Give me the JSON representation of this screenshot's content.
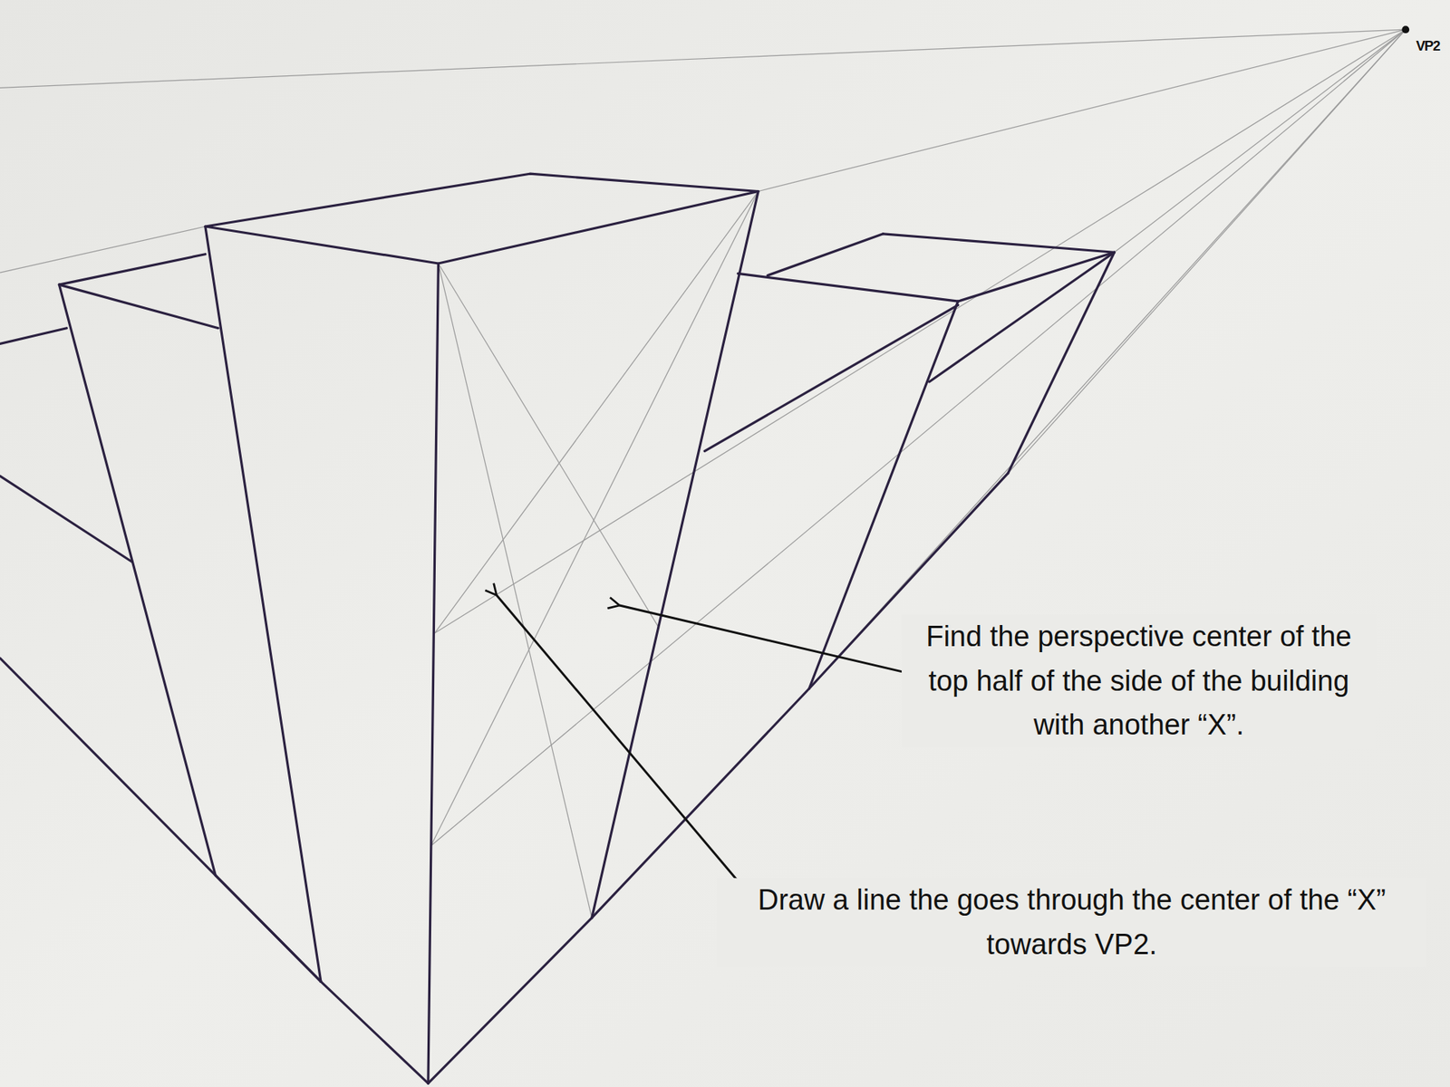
{
  "diagram": {
    "labels": [
      "VP2",
      "Find the perspective center of the top half of the side of the building with another “X”.",
      "Draw a line the goes through the center of the “X” towards VP2."
    ]
  }
}
